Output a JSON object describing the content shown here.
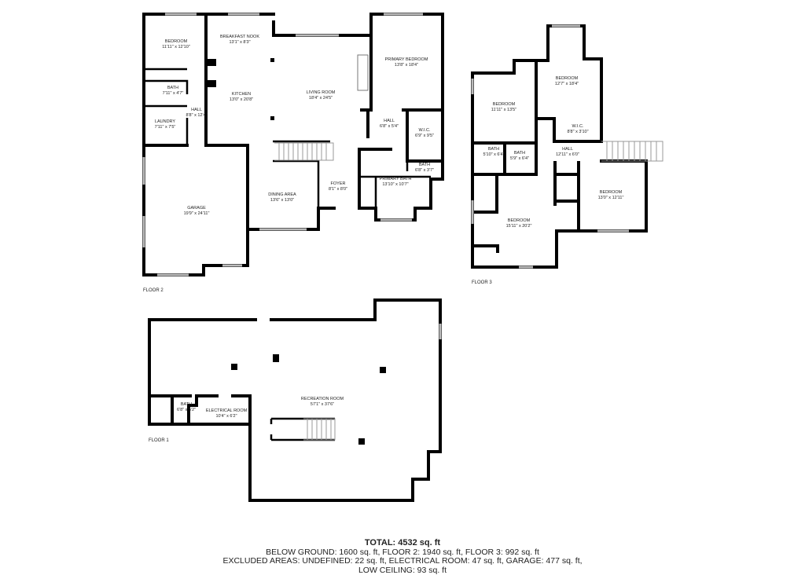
{
  "floors": {
    "floor2": {
      "label": "FLOOR 2",
      "rooms": [
        {
          "name": "BEDROOM",
          "dims": "11'11\" x 12'10\""
        },
        {
          "name": "BREAKFAST NOOK",
          "dims": "13'1\" x 8'3\""
        },
        {
          "name": "LIVING ROOM",
          "dims": "18'4\" x 24'5\""
        },
        {
          "name": "PRIMARY BEDROOM",
          "dims": "13'8\" x 18'4\""
        },
        {
          "name": "BATH",
          "dims": "7'11\" x 4'7\""
        },
        {
          "name": "KITCHEN",
          "dims": "13'0\" x 20'8\""
        },
        {
          "name": "HALL",
          "dims": "8'8\" x 12'4\""
        },
        {
          "name": "LAUNDRY",
          "dims": "7'11\" x 7'5\""
        },
        {
          "name": "HALL",
          "dims": "6'8\" x 5'4\""
        },
        {
          "name": "W.I.C.",
          "dims": "6'9\" x 9'5\""
        },
        {
          "name": "BATH",
          "dims": "6'8\" x 3'7\""
        },
        {
          "name": "PRIMARY BATH",
          "dims": "13'10\" x 10'7\""
        },
        {
          "name": "FOYER",
          "dims": "8'1\" x 8'0\""
        },
        {
          "name": "DINING AREA",
          "dims": "13'6\" x 13'0\""
        },
        {
          "name": "GARAGE",
          "dims": "19'9\" x 24'11\""
        }
      ]
    },
    "floor3": {
      "label": "FLOOR 3",
      "rooms": [
        {
          "name": "BEDROOM",
          "dims": "12'7\" x 18'4\""
        },
        {
          "name": "BEDROOM",
          "dims": "11'11\" x 13'5\""
        },
        {
          "name": "W.I.C.",
          "dims": "8'8\" x 3'10\""
        },
        {
          "name": "BATH",
          "dims": "5'10\" x 6'4\""
        },
        {
          "name": "BATH",
          "dims": "5'9\" x 6'4\""
        },
        {
          "name": "HALL",
          "dims": "12'11\" x 6'0\""
        },
        {
          "name": "BEDROOM",
          "dims": "13'0\" x 12'11\""
        },
        {
          "name": "BEDROOM",
          "dims": "15'11\" x 20'2\""
        }
      ]
    },
    "floor1": {
      "label": "FLOOR 1",
      "rooms": [
        {
          "name": "RECREATION ROOM",
          "dims": "57'1\" x 37'6\""
        },
        {
          "name": "BATH",
          "dims": "6'8\" x 5'2\""
        },
        {
          "name": "ELECTRICAL ROOM",
          "dims": "10'4\" x 6'2\""
        }
      ]
    }
  },
  "summary": {
    "total": "TOTAL: 4532 sq. ft",
    "line1": "BELOW GROUND: 1600 sq. ft, FLOOR 2: 1940 sq. ft, FLOOR 3: 992 sq. ft",
    "line2": "EXCLUDED AREAS: UNDEFINED: 22 sq. ft, ELECTRICAL ROOM: 47 sq. ft, GARAGE: 477 sq. ft,",
    "line3": "LOW CEILING: 93 sq. ft"
  }
}
